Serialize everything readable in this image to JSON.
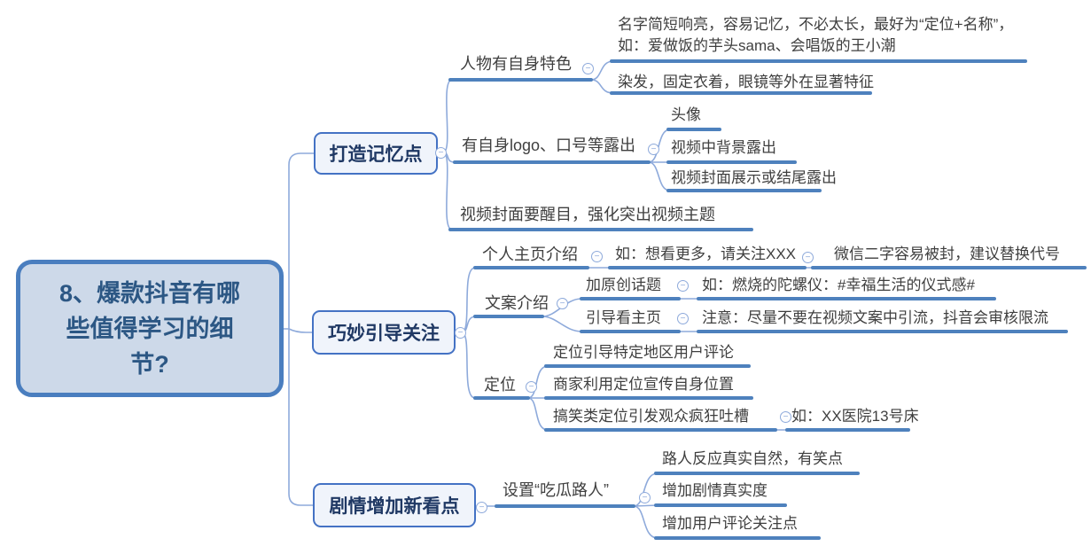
{
  "colors": {
    "branch_line": "#4E81BD",
    "connector": "#8EAADB",
    "root_fill": "#CDD9E9",
    "root_border": "#4A7EBF",
    "root_text": "#2C5784",
    "box_fill": "#F0F4FB",
    "box_border": "#4472C4",
    "box_text": "#1F3864",
    "topic_text": "#3F3F3F"
  },
  "icons": {
    "collapse": "−"
  },
  "root": {
    "label": "8、爆款抖音有哪\n些值得学习的细\n节?"
  },
  "branches": [
    {
      "label": "打造记忆点",
      "children": [
        {
          "label": "人物有自身特色",
          "children": [
            {
              "label": "名字简短响亮，容易记忆，不必太长，最好为“定位+名称”，\n如：爱做饭的芋头sama、会唱饭的王小潮"
            },
            {
              "label": "染发，固定衣着，眼镜等外在显著特征"
            }
          ]
        },
        {
          "label": "有自身logo、口号等露出",
          "children": [
            {
              "label": "头像"
            },
            {
              "label": "视频中背景露出"
            },
            {
              "label": "视频封面展示或结尾露出"
            }
          ]
        },
        {
          "label": "视频封面要醒目，强化突出视频主题"
        }
      ]
    },
    {
      "label": "巧妙引导关注",
      "children": [
        {
          "label": "个人主页介绍",
          "children": [
            {
              "label": "如：想看更多，请关注XXX",
              "children": [
                {
                  "label": "微信二字容易被封，建议替换代号"
                }
              ]
            }
          ]
        },
        {
          "label": "文案介绍",
          "children": [
            {
              "label": "加原创话题",
              "children": [
                {
                  "label": "如：燃烧的陀螺仪：#幸福生活的仪式感#"
                }
              ]
            },
            {
              "label": "引导看主页",
              "children": [
                {
                  "label": "注意：尽量不要在视频文案中引流，抖音会审核限流"
                }
              ]
            }
          ]
        },
        {
          "label": "定位",
          "children": [
            {
              "label": "定位引导特定地区用户评论"
            },
            {
              "label": "商家利用定位宣传自身位置"
            },
            {
              "label": "搞笑类定位引发观众疯狂吐槽",
              "children": [
                {
                  "label": "如：XX医院13号床"
                }
              ]
            }
          ]
        }
      ]
    },
    {
      "label": "剧情增加新看点",
      "children": [
        {
          "label": "设置“吃瓜路人”",
          "children": [
            {
              "label": "路人反应真实自然，有笑点"
            },
            {
              "label": "增加剧情真实度"
            },
            {
              "label": "增加用户评论关注点"
            }
          ]
        }
      ]
    }
  ]
}
